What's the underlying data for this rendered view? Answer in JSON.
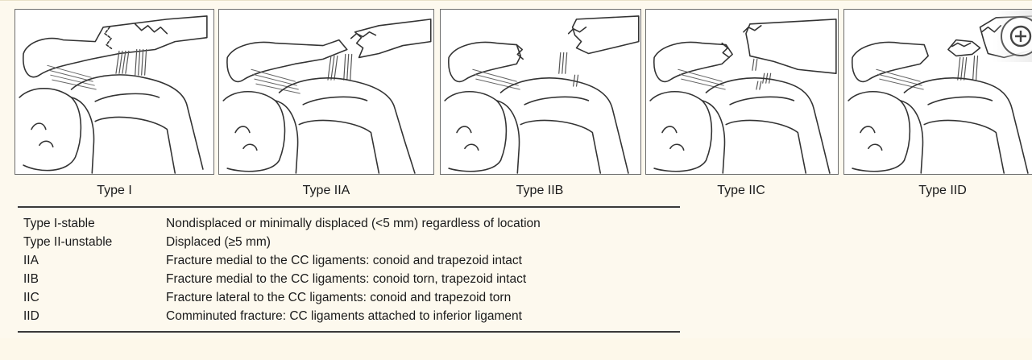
{
  "panels": [
    {
      "caption": "Type I"
    },
    {
      "caption": "Type IIA"
    },
    {
      "caption": "Type IIB"
    },
    {
      "caption": "Type IIC"
    },
    {
      "caption": "Type IID"
    }
  ],
  "classification_table": {
    "rows": [
      {
        "type": "Type I-stable",
        "description": "Nondisplaced or minimally displaced (<5 mm) regardless of location"
      },
      {
        "type": "Type II-unstable",
        "description": "Displaced (≥5 mm)"
      },
      {
        "type": "IIA",
        "description": "Fracture medial to the CC ligaments: conoid and trapezoid intact"
      },
      {
        "type": "IIB",
        "description": "Fracture medial to the CC ligaments: conoid torn, trapezoid intact"
      },
      {
        "type": "IIC",
        "description": "Fracture lateral to the CC ligaments: conoid and trapezoid torn"
      },
      {
        "type": "IID",
        "description": "Comminuted fracture: CC ligaments attached to inferior ligament"
      }
    ]
  },
  "zoom_button": {
    "icon": "zoom-in-icon"
  },
  "colors": {
    "background": "#fdf8ea",
    "line": "#333333",
    "ligament": "#555555"
  }
}
